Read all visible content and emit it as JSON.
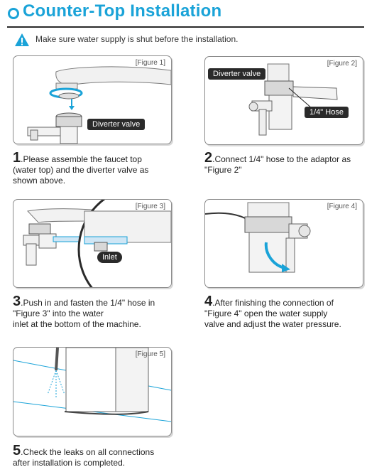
{
  "header": {
    "title": "Counter-Top Installation"
  },
  "warning": {
    "text": "Make sure water supply is shut before the installation."
  },
  "figures": [
    {
      "label": "[Figure 1]",
      "callout": "Diverter valve"
    },
    {
      "label": "[Figure 2]",
      "callout_top": "Diverter valve",
      "callout_hose": "1/4\" Hose"
    },
    {
      "label": "[Figure 3]",
      "callout": "Inlet"
    },
    {
      "label": "[Figure 4]"
    },
    {
      "label": "[Figure 5]"
    }
  ],
  "steps": [
    {
      "number": "1",
      "lines": [
        ".Please assemble the faucet top",
        "(water top) and the diverter valve as",
        "shown above."
      ]
    },
    {
      "number": "2",
      "lines": [
        ".Connect 1/4\" hose to the adaptor as",
        "\"Figure 2\""
      ]
    },
    {
      "number": "3",
      "lines": [
        ".Push in and fasten the 1/4\" hose in",
        "\"Figure 3\" into the water",
        "inlet at the bottom of the machine."
      ]
    },
    {
      "number": "4",
      "lines": [
        ".After finishing the connection of",
        "\"Figure 4\" open the water supply",
        "valve and adjust the water pressure."
      ]
    },
    {
      "number": "5",
      "lines": [
        ".Check the leaks on all connections",
        "after installation is completed."
      ]
    }
  ]
}
